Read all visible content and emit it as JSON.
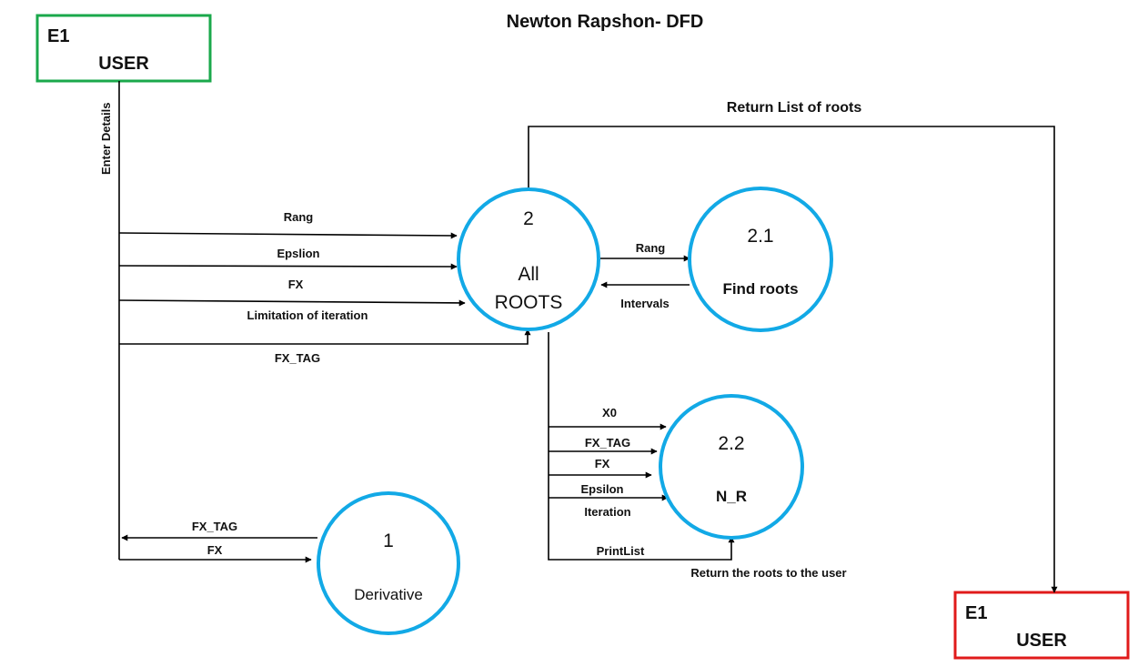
{
  "title": "Newton Rapshon- DFD",
  "entities": {
    "user_top": {
      "id": "E1",
      "name": "USER",
      "color": "#1aa84b"
    },
    "user_bottom": {
      "id": "E1",
      "name": "USER",
      "color": "#e01b1b"
    }
  },
  "processes": {
    "all_roots": {
      "number": "2",
      "name_line1": "All",
      "name_line2": "ROOTS"
    },
    "find_roots": {
      "number": "2.1",
      "name": "Find roots"
    },
    "n_r": {
      "number": "2.2",
      "name": "N_R"
    },
    "derivative": {
      "number": "1",
      "name": "Derivative"
    }
  },
  "flows": {
    "enter_details": "Enter Details",
    "rang": "Rang",
    "epslion": "Epslion",
    "fx": "FX",
    "limitation": "Limitation of iteration",
    "fx_tag": "FX_TAG",
    "return_list": "Return List of roots",
    "rang_2": "Rang",
    "intervals": "Intervals",
    "x0": "X0",
    "nr_fx_tag": "FX_TAG",
    "nr_fx": "FX",
    "nr_epsilon": "Epsilon",
    "nr_iteration": "Iteration",
    "printlist": "PrintList",
    "return_roots": "Return the roots to the user",
    "deriv_fx_tag": "FX_TAG",
    "deriv_fx": "FX"
  },
  "colors": {
    "process_border": "#12a9e6",
    "flow": "#000000"
  }
}
